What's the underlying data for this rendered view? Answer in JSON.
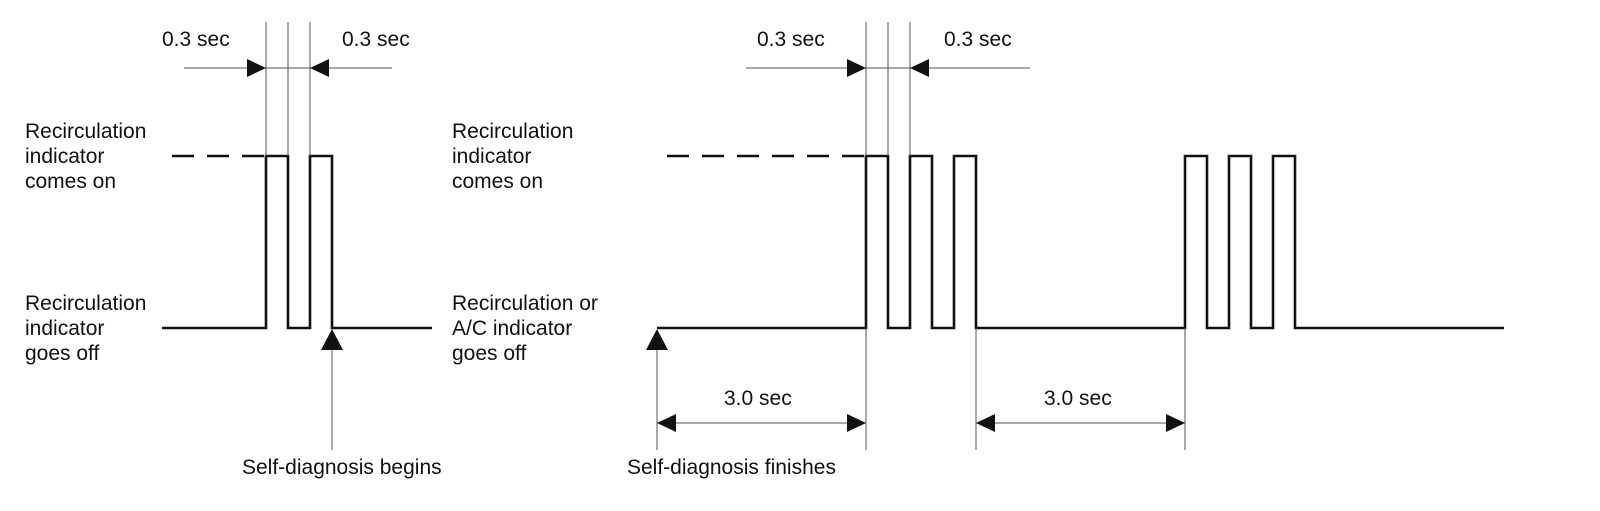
{
  "colors": {
    "ink": "#111111",
    "guide": "#555555",
    "background": "#ffffff"
  },
  "left_panel": {
    "on_label": [
      "Recirculation",
      "indicator",
      "comes on"
    ],
    "off_label": [
      "Recirculation",
      "indicator",
      "goes off"
    ],
    "pulse_width_left": "0.3 sec",
    "pulse_width_right": "0.3 sec",
    "event": "Self-diagnosis begins"
  },
  "right_panel": {
    "on_label": [
      "Recirculation",
      "indicator",
      "comes on"
    ],
    "off_label": [
      "Recirculation or",
      "A/C indicator",
      "goes off"
    ],
    "pulse_width_left": "0.3 sec",
    "pulse_width_right": "0.3 sec",
    "interval_first": "3.0 sec",
    "interval_second": "3.0 sec",
    "event": "Self-diagnosis finishes"
  }
}
